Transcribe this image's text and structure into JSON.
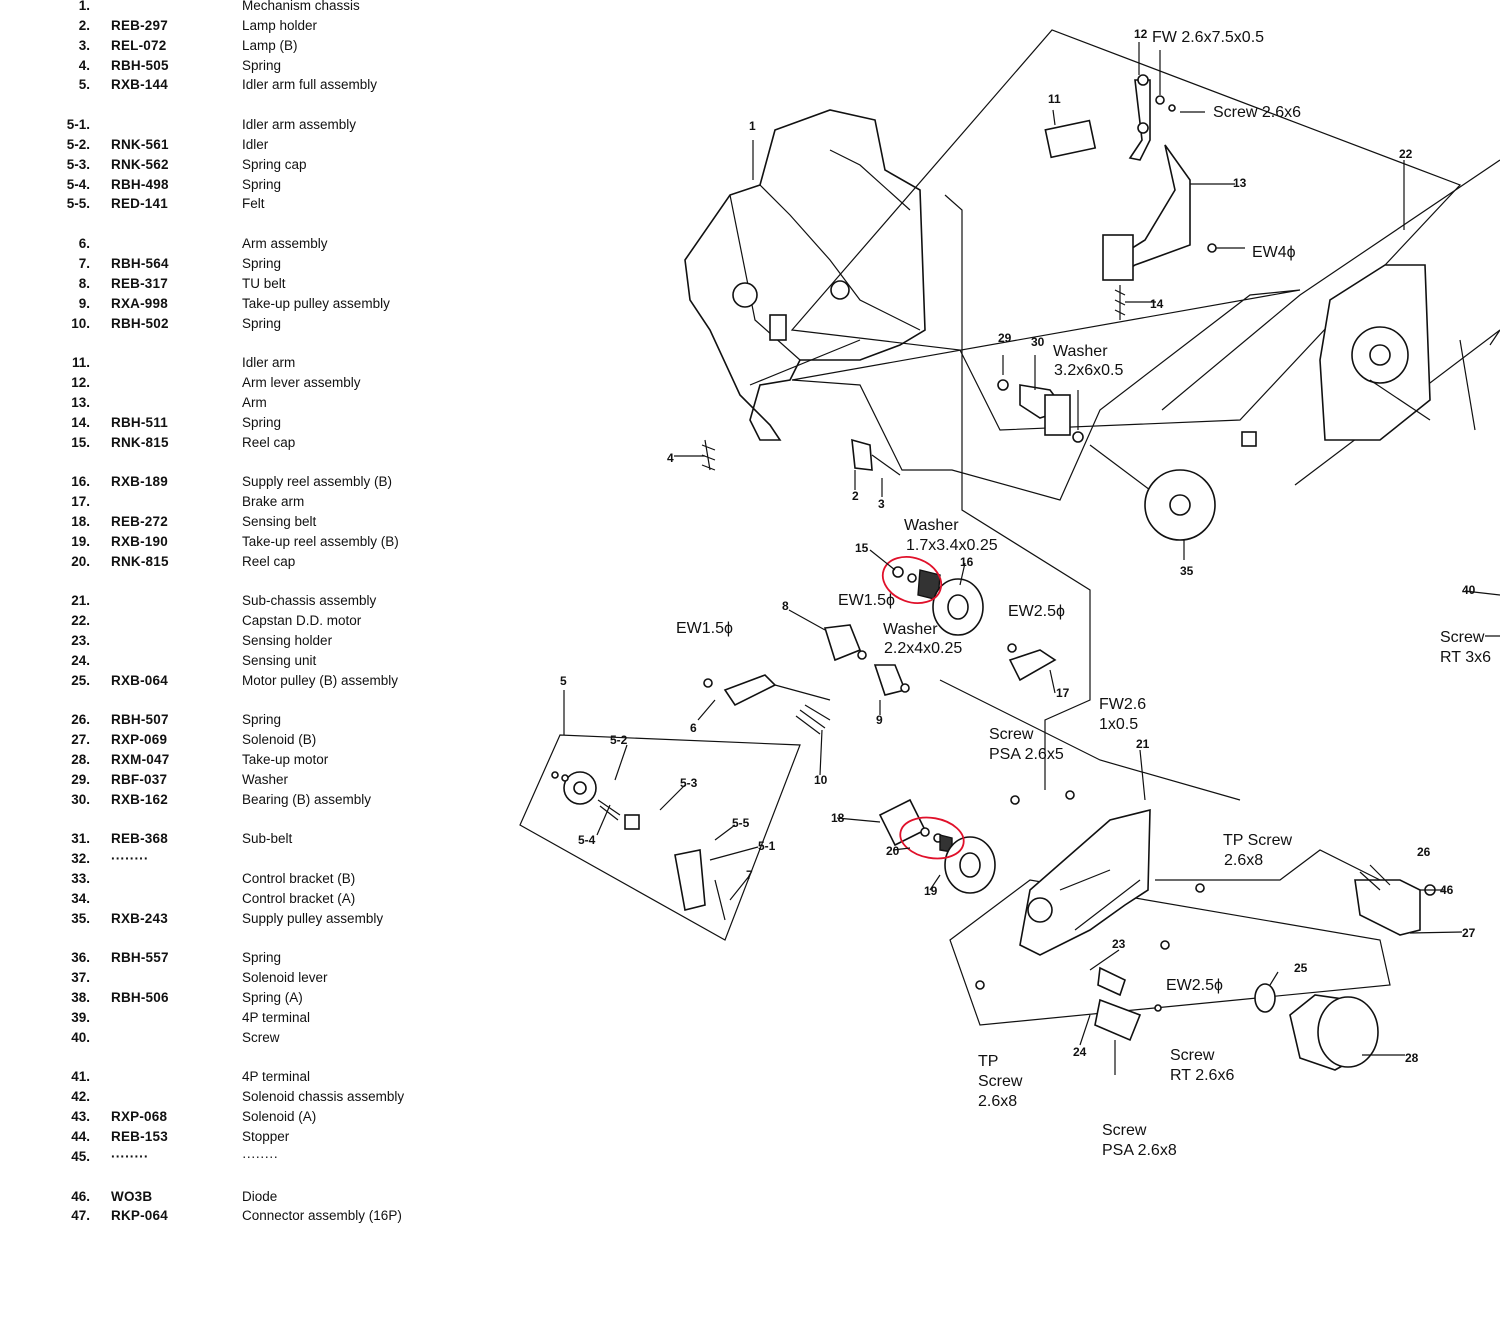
{
  "parts_list": [
    {
      "no": "1.",
      "code": "",
      "desc": "Mechanism chassis"
    },
    {
      "no": "2.",
      "code": "REB-297",
      "desc": "Lamp holder"
    },
    {
      "no": "3.",
      "code": "REL-072",
      "desc": "Lamp (B)"
    },
    {
      "no": "4.",
      "code": "RBH-505",
      "desc": "Spring"
    },
    {
      "no": "5.",
      "code": "RXB-144",
      "desc": "Idler arm full assembly"
    },
    {
      "no": "5-1.",
      "code": "",
      "desc": "Idler arm assembly"
    },
    {
      "no": "5-2.",
      "code": "RNK-561",
      "desc": "Idler"
    },
    {
      "no": "5-3.",
      "code": "RNK-562",
      "desc": "Spring cap"
    },
    {
      "no": "5-4.",
      "code": "RBH-498",
      "desc": "Spring"
    },
    {
      "no": "5-5.",
      "code": "RED-141",
      "desc": "Felt"
    },
    {
      "no": "6.",
      "code": "",
      "desc": "Arm assembly"
    },
    {
      "no": "7.",
      "code": "RBH-564",
      "desc": "Spring"
    },
    {
      "no": "8.",
      "code": "REB-317",
      "desc": "TU belt"
    },
    {
      "no": "9.",
      "code": "RXA-998",
      "desc": "Take-up pulley assembly"
    },
    {
      "no": "10.",
      "code": "RBH-502",
      "desc": "Spring"
    },
    {
      "no": "11.",
      "code": "",
      "desc": "Idler arm"
    },
    {
      "no": "12.",
      "code": "",
      "desc": "Arm lever assembly"
    },
    {
      "no": "13.",
      "code": "",
      "desc": "Arm"
    },
    {
      "no": "14.",
      "code": "RBH-511",
      "desc": "Spring"
    },
    {
      "no": "15.",
      "code": "RNK-815",
      "desc": "Reel cap"
    },
    {
      "no": "16.",
      "code": "RXB-189",
      "desc": "Supply reel assembly (B)"
    },
    {
      "no": "17.",
      "code": "",
      "desc": "Brake arm"
    },
    {
      "no": "18.",
      "code": "REB-272",
      "desc": "Sensing belt"
    },
    {
      "no": "19.",
      "code": "RXB-190",
      "desc": "Take-up reel assembly (B)"
    },
    {
      "no": "20.",
      "code": "RNK-815",
      "desc": "Reel cap"
    },
    {
      "no": "21.",
      "code": "",
      "desc": "Sub-chassis assembly"
    },
    {
      "no": "22.",
      "code": "",
      "desc": "Capstan D.D. motor"
    },
    {
      "no": "23.",
      "code": "",
      "desc": "Sensing holder"
    },
    {
      "no": "24.",
      "code": "",
      "desc": "Sensing unit"
    },
    {
      "no": "25.",
      "code": "RXB-064",
      "desc": "Motor pulley (B) assembly"
    },
    {
      "no": "26.",
      "code": "RBH-507",
      "desc": "Spring"
    },
    {
      "no": "27.",
      "code": "RXP-069",
      "desc": "Solenoid (B)"
    },
    {
      "no": "28.",
      "code": "RXM-047",
      "desc": "Take-up motor"
    },
    {
      "no": "29.",
      "code": "RBF-037",
      "desc": "Washer"
    },
    {
      "no": "30.",
      "code": "RXB-162",
      "desc": "Bearing (B) assembly"
    },
    {
      "no": "31.",
      "code": "REB-368",
      "desc": "Sub-belt"
    },
    {
      "no": "32.",
      "code": "········",
      "desc": ""
    },
    {
      "no": "33.",
      "code": "",
      "desc": "Control bracket (B)"
    },
    {
      "no": "34.",
      "code": "",
      "desc": "Control bracket (A)"
    },
    {
      "no": "35.",
      "code": "RXB-243",
      "desc": "Supply pulley assembly"
    },
    {
      "no": "36.",
      "code": "RBH-557",
      "desc": "Spring"
    },
    {
      "no": "37.",
      "code": "",
      "desc": "Solenoid lever"
    },
    {
      "no": "38.",
      "code": "RBH-506",
      "desc": "Spring (A)"
    },
    {
      "no": "39.",
      "code": "",
      "desc": "4P terminal"
    },
    {
      "no": "40.",
      "code": "",
      "desc": "Screw"
    },
    {
      "no": "41.",
      "code": "",
      "desc": "4P terminal"
    },
    {
      "no": "42.",
      "code": "",
      "desc": "Solenoid chassis assembly"
    },
    {
      "no": "43.",
      "code": "RXP-068",
      "desc": "Solenoid (A)"
    },
    {
      "no": "44.",
      "code": "REB-153",
      "desc": "Stopper"
    },
    {
      "no": "45.",
      "code": "········",
      "desc": "········"
    },
    {
      "no": "46.",
      "code": "WO3B",
      "desc": "Diode"
    },
    {
      "no": "47.",
      "code": "RKP-064",
      "desc": "Connector assembly (16P)"
    }
  ],
  "diagram": {
    "callouts": [
      "FW 2.6x7.5x0.5",
      "Screw 2.6x6",
      "EW4ϕ",
      "Washer",
      "3.2x6x0.5",
      "Washer",
      "1.7x3.4x0.25",
      "EW1.5ϕ",
      "EW2.5ϕ",
      "EW1.5ϕ",
      "Washer",
      "2.2x4x0.25",
      "FW2.6",
      "1x0.5",
      "Screw",
      "PSA 2.6x5",
      "TP Screw",
      "2.6x8",
      "EW2.5ϕ",
      "Screw",
      "RT 2.6x6",
      "TP",
      "Screw",
      "2.6x8",
      "Screw",
      "PSA 2.6x8",
      "Screw",
      "RT 3x6"
    ],
    "numbers": [
      "1",
      "2",
      "3",
      "4",
      "5",
      "5-1",
      "5-2",
      "5-3",
      "5-4",
      "5-5",
      "6",
      "7",
      "8",
      "9",
      "10",
      "11",
      "12",
      "13",
      "14",
      "15",
      "16",
      "17",
      "18",
      "19",
      "20",
      "21",
      "22",
      "23",
      "24",
      "25",
      "26",
      "27",
      "28",
      "29",
      "30",
      "35",
      "40",
      "46"
    ]
  }
}
